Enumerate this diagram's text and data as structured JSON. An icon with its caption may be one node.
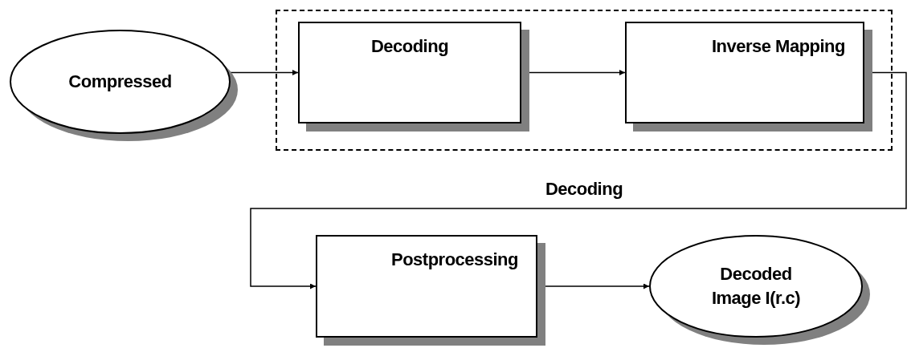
{
  "diagram": {
    "nodes": [
      {
        "text": [
          "Compressed"
        ]
      },
      {
        "text": [
          "Decoding"
        ]
      },
      {
        "text": [
          "Decoding"
        ],
        "in": 1
      },
      {
        "text": [
          "Inverse Mapping"
        ],
        "in": 1
      },
      {
        "text": [
          "Postprocessing"
        ]
      },
      {
        "text": [
          "Decoded Image I(r.c)"
        ]
      }
    ],
    "edges": [
      {
        "from": 0,
        "to": 2,
        "arrow": "to"
      },
      {
        "from": 2,
        "to": 3,
        "arrow": "to"
      },
      {
        "from": 3,
        "to": 4,
        "arrow": "to"
      },
      {
        "from": 4,
        "to": 5,
        "arrow": "to"
      }
    ]
  }
}
